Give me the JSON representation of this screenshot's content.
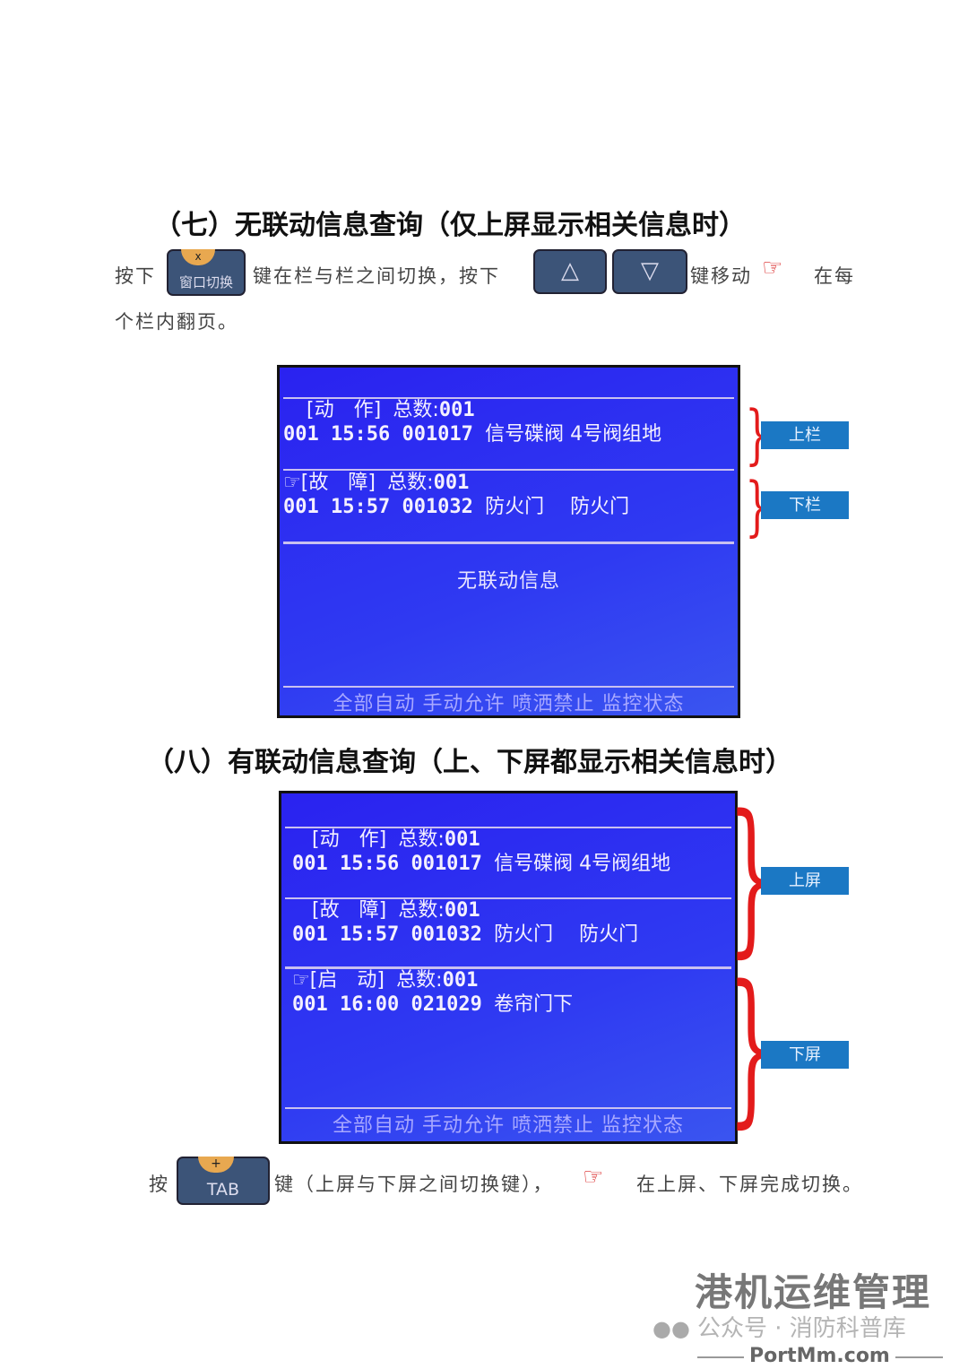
{
  "section7": {
    "title": "（七）无联动信息查询（仅上屏显示相关信息时）",
    "text_press": "按下",
    "key_window": {
      "top": "x",
      "label": "窗口切换"
    },
    "text_switch": "键在栏与栏之间切换，按下",
    "key_up": "up-triangle-icon",
    "key_down": "down-triangle-icon",
    "text_move": "键移动",
    "text_each": "在每",
    "text_page": "个栏内翻页。",
    "screen": {
      "row1": {
        "tag": "[动　作]",
        "label": "总数:",
        "count": "001"
      },
      "row2": {
        "num": "001 15:56 001017",
        "desc": "信号碟阀 4号阀组地"
      },
      "row3": {
        "tag": "[故　障]",
        "label": "总数:",
        "count": "001"
      },
      "row4": {
        "num": "001 15:57 001032",
        "desc": "防火门　 防火门"
      },
      "center": "无联动信息",
      "menu": "全部自动 手动允许 喷洒禁止 监控状态"
    },
    "labels": [
      "上栏",
      "下栏"
    ]
  },
  "section8": {
    "title": "（八）有联动信息查询（上、下屏都显示相关信息时）",
    "screen": {
      "row1": {
        "tag": "[动　作]",
        "label": "总数:",
        "count": "001"
      },
      "row2": {
        "num": "001 15:56 001017",
        "desc": "信号碟阀 4号阀组地"
      },
      "row3": {
        "tag": "[故　障]",
        "label": "总数:",
        "count": "001"
      },
      "row4": {
        "num": "001 15:57 001032",
        "desc": "防火门　 防火门"
      },
      "row5": {
        "tag": "[启　动]",
        "label": "总数:",
        "count": "001"
      },
      "row6": {
        "num": "001 16:00 021029",
        "desc": "卷帘门下"
      },
      "menu": "全部自动 手动允许 喷洒禁止 监控状态"
    },
    "labels": [
      "上屏",
      "下屏"
    ],
    "text_press": "按",
    "key_tab": {
      "top": "+",
      "label": "TAB"
    },
    "text_key": "键（上屏与下屏之间切换键），",
    "text_done": "在上屏、下屏完成切换。"
  },
  "watermark": {
    "brand": "港机运维管理",
    "account": "公众号 · 消防科普库",
    "site": "PortMm.com"
  },
  "colors": {
    "screen": "#2a22f0",
    "label": "#1b78c4",
    "brace": "#e31b1b",
    "key": "#3c5478"
  }
}
